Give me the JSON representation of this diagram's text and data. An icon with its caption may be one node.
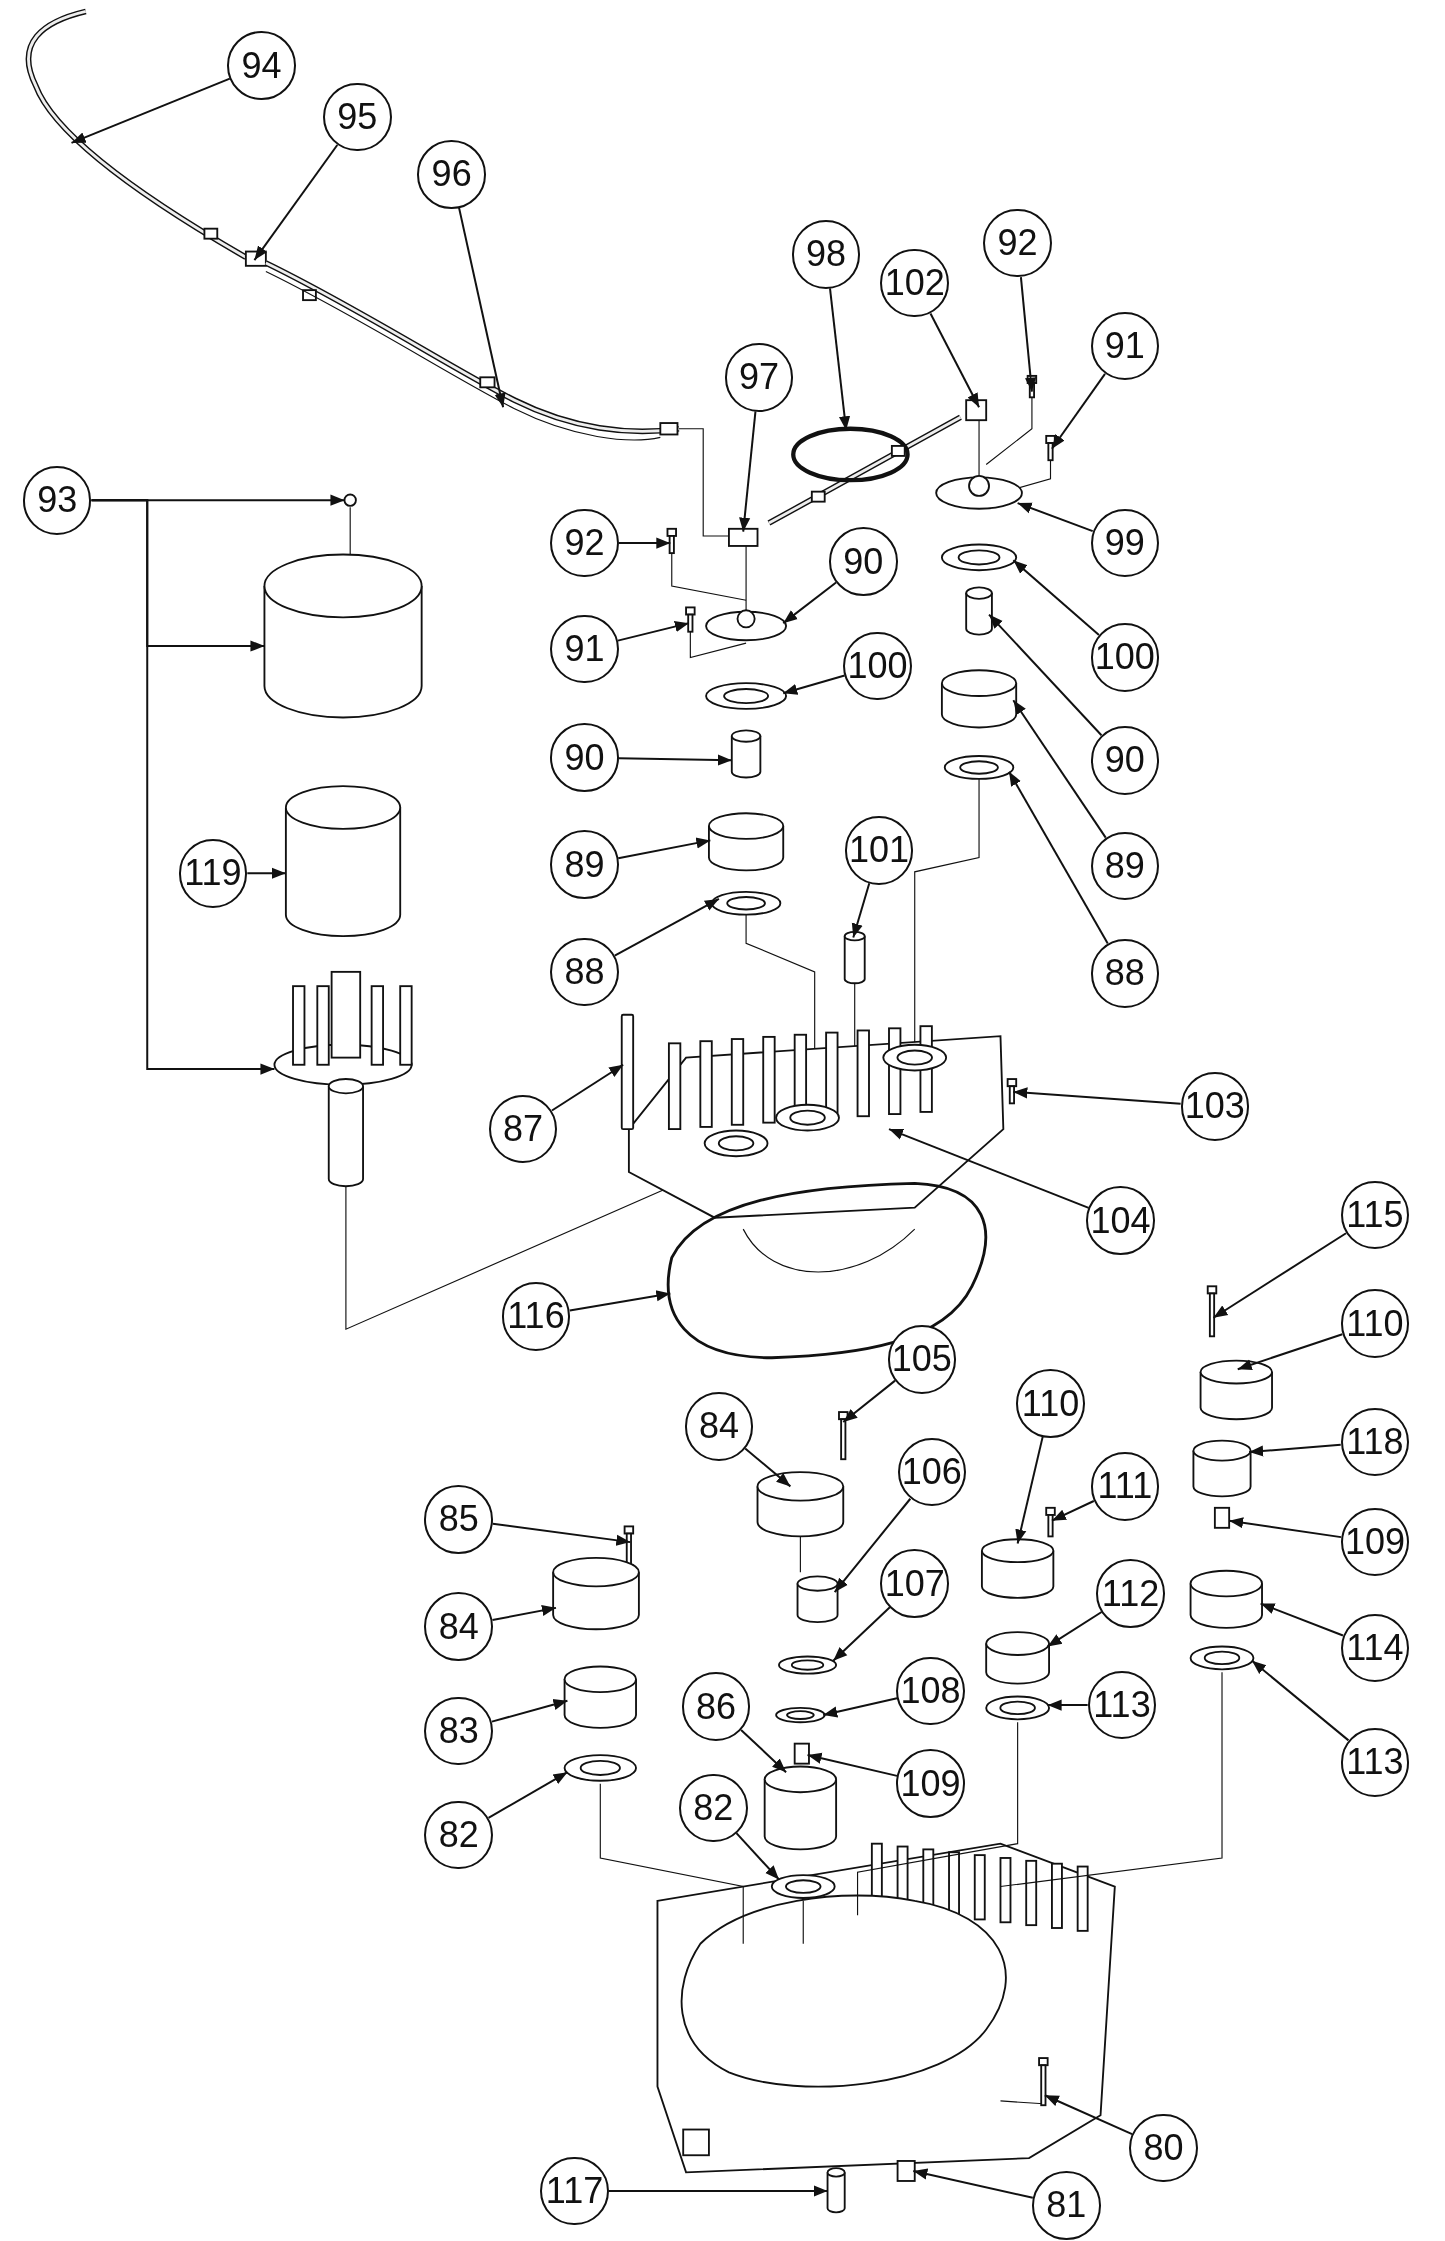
{
  "diagram": {
    "nodes": [
      {
        "text": [
          "94"
        ]
      },
      {
        "text": [
          "95"
        ]
      },
      {
        "text": [
          "96"
        ]
      },
      {
        "text": [
          "98"
        ]
      },
      {
        "text": [
          "102"
        ]
      },
      {
        "text": [
          "92"
        ]
      },
      {
        "text": [
          "91"
        ]
      },
      {
        "text": [
          "97"
        ]
      },
      {
        "text": [
          "93"
        ]
      },
      {
        "text": [
          "99"
        ]
      },
      {
        "text": [
          "92"
        ]
      },
      {
        "text": [
          "90"
        ]
      },
      {
        "text": [
          "100"
        ]
      },
      {
        "text": [
          "91"
        ]
      },
      {
        "text": [
          "100"
        ]
      },
      {
        "text": [
          "90"
        ]
      },
      {
        "text": [
          "90"
        ]
      },
      {
        "text": [
          "89"
        ]
      },
      {
        "text": [
          "89"
        ]
      },
      {
        "text": [
          "119"
        ]
      },
      {
        "text": [
          "101"
        ]
      },
      {
        "text": [
          "88"
        ]
      },
      {
        "text": [
          "88"
        ]
      },
      {
        "text": [
          "87"
        ]
      },
      {
        "text": [
          "103"
        ]
      },
      {
        "text": [
          "104"
        ]
      },
      {
        "text": [
          "115"
        ]
      },
      {
        "text": [
          "116"
        ]
      },
      {
        "text": [
          "110"
        ]
      },
      {
        "text": [
          "105"
        ]
      },
      {
        "text": [
          "84"
        ]
      },
      {
        "text": [
          "106"
        ]
      },
      {
        "text": [
          "110"
        ]
      },
      {
        "text": [
          "118"
        ]
      },
      {
        "text": [
          "111"
        ]
      },
      {
        "text": [
          "85"
        ]
      },
      {
        "text": [
          "109"
        ]
      },
      {
        "text": [
          "107"
        ]
      },
      {
        "text": [
          "84"
        ]
      },
      {
        "text": [
          "112"
        ]
      },
      {
        "text": [
          "114"
        ]
      },
      {
        "text": [
          "108"
        ]
      },
      {
        "text": [
          "113"
        ]
      },
      {
        "text": [
          "83"
        ]
      },
      {
        "text": [
          "113"
        ]
      },
      {
        "text": [
          "86"
        ]
      },
      {
        "text": [
          "109"
        ]
      },
      {
        "text": [
          "82"
        ]
      },
      {
        "text": [
          "82"
        ]
      },
      {
        "text": [
          "80"
        ]
      },
      {
        "text": [
          "117"
        ]
      },
      {
        "text": [
          "81"
        ]
      },
      {
        "text": [],
        "shape": "picture"
      },
      {
        "text": [],
        "shape": "box"
      },
      {
        "text": [],
        "shape": "picture"
      },
      {
        "text": [],
        "shape": "picture"
      },
      {
        "text": [],
        "shape": "box"
      },
      {
        "text": [],
        "shape": "picture"
      },
      {
        "text": [],
        "shape": "picture"
      },
      {
        "text": [],
        "shape": "box"
      },
      {
        "text": [],
        "shape": "circle"
      },
      {
        "text": [],
        "shape": "cylinder"
      },
      {
        "text": [],
        "shape": "picture"
      },
      {
        "text": [],
        "shape": "picture"
      },
      {
        "text": [],
        "shape": "picture"
      },
      {
        "text": [],
        "shape": "picture"
      },
      {
        "text": [],
        "shape": "picture"
      },
      {
        "text": [],
        "shape": "picture"
      },
      {
        "text": [],
        "shape": "picture"
      },
      {
        "text": [],
        "shape": "cylinder"
      },
      {
        "text": [],
        "shape": "cylinder"
      },
      {
        "text": [],
        "shape": "cylinder"
      },
      {
        "text": [],
        "shape": "cylinder"
      },
      {
        "text": [],
        "shape": "cylinder"
      },
      {
        "text": [],
        "shape": "cylinder"
      },
      {
        "text": [],
        "shape": "picture"
      },
      {
        "text": [],
        "shape": "picture"
      },
      {
        "text": [],
        "shape": "bar"
      },
      {
        "text": [],
        "shape": "picture"
      },
      {
        "text": [],
        "shape": "picture"
      },
      {
        "text": [],
        "shape": "picture"
      },
      {
        "text": [],
        "shape": "picture"
      },
      {
        "text": [],
        "shape": "cylinder"
      },
      {
        "text": [],
        "shape": "picture"
      },
      {
        "text": [],
        "shape": "cylinder"
      },
      {
        "text": [],
        "shape": "cylinder"
      },
      {
        "text": [],
        "shape": "cylinder"
      },
      {
        "text": [],
        "shape": "cylinder"
      },
      {
        "text": [],
        "shape": "picture"
      },
      {
        "text": [],
        "shape": "picture"
      },
      {
        "text": [],
        "shape": "box"
      },
      {
        "text": [],
        "shape": "picture"
      },
      {
        "text": [],
        "shape": "cylinder"
      },
      {
        "text": [],
        "shape": "cylinder"
      },
      {
        "text": [],
        "shape": "cylinder"
      },
      {
        "text": [],
        "shape": "picture"
      },
      {
        "text": [],
        "shape": "picture"
      },
      {
        "text": [],
        "shape": "cylinder"
      },
      {
        "text": [],
        "shape": "picture"
      },
      {
        "text": [],
        "shape": "cylinder"
      },
      {
        "text": [],
        "shape": "box"
      },
      {
        "text": [],
        "shape": "picture"
      },
      {
        "text": [],
        "shape": "picture"
      },
      {
        "text": [],
        "shape": "picture"
      },
      {
        "text": [],
        "shape": "cylinder"
      },
      {
        "text": [],
        "shape": "box"
      }
    ],
    "edges": [
      {
        "from": 0,
        "to": 52,
        "arrow": "to"
      },
      {
        "from": 1,
        "to": 53,
        "arrow": "to"
      },
      {
        "from": 2,
        "to": 54,
        "arrow": "to"
      },
      {
        "from": 3,
        "to": 55,
        "arrow": "to"
      },
      {
        "from": 4,
        "to": 56,
        "arrow": "to"
      },
      {
        "from": 5,
        "to": 57,
        "arrow": "to"
      },
      {
        "from": 6,
        "to": 58,
        "arrow": "to"
      },
      {
        "from": 7,
        "to": 59,
        "arrow": "to"
      },
      {
        "from": 8,
        "to": 60,
        "arrow": "to"
      },
      {
        "from": 8,
        "to": 61,
        "arrow": "to"
      },
      {
        "from": 8,
        "to": 62,
        "arrow": "to"
      },
      {
        "from": 9,
        "to": 63,
        "arrow": "to"
      },
      {
        "from": 10,
        "to": 64,
        "arrow": "to"
      },
      {
        "from": 11,
        "to": 65,
        "arrow": "to"
      },
      {
        "from": 12,
        "to": 66,
        "arrow": "to"
      },
      {
        "from": 13,
        "to": 67,
        "arrow": "to"
      },
      {
        "from": 14,
        "to": 68,
        "arrow": "to"
      },
      {
        "from": 15,
        "to": 69,
        "arrow": "to"
      },
      {
        "from": 16,
        "to": 70,
        "arrow": "to"
      },
      {
        "from": 17,
        "to": 71,
        "arrow": "to"
      },
      {
        "from": 18,
        "to": 72,
        "arrow": "to"
      },
      {
        "from": 19,
        "to": 73,
        "arrow": "to"
      },
      {
        "from": 20,
        "to": 74,
        "arrow": "to"
      },
      {
        "from": 21,
        "to": 75,
        "arrow": "to"
      },
      {
        "from": 22,
        "to": 76,
        "arrow": "to"
      },
      {
        "from": 23,
        "to": 77,
        "arrow": "to"
      },
      {
        "from": 24,
        "to": 78,
        "arrow": "to"
      },
      {
        "from": 25,
        "to": 79,
        "arrow": "to"
      },
      {
        "from": 26,
        "to": 80,
        "arrow": "to"
      },
      {
        "from": 27,
        "to": 81,
        "arrow": "to"
      },
      {
        "from": 28,
        "to": 82,
        "arrow": "to"
      },
      {
        "from": 29,
        "to": 83,
        "arrow": "to"
      },
      {
        "from": 30,
        "to": 84,
        "arrow": "to"
      },
      {
        "from": 31,
        "to": 85,
        "arrow": "to"
      },
      {
        "from": 32,
        "to": 86,
        "arrow": "to"
      },
      {
        "from": 33,
        "to": 87,
        "arrow": "to"
      },
      {
        "from": 34,
        "to": 88,
        "arrow": "to"
      },
      {
        "from": 35,
        "to": 89,
        "arrow": "to"
      },
      {
        "from": 36,
        "to": 90,
        "arrow": "to"
      },
      {
        "from": 37,
        "to": 91,
        "arrow": "to"
      },
      {
        "from": 38,
        "to": 92,
        "arrow": "to"
      },
      {
        "from": 39,
        "to": 93,
        "arrow": "to"
      },
      {
        "from": 40,
        "to": 94,
        "arrow": "to"
      },
      {
        "from": 41,
        "to": 95,
        "arrow": "to"
      },
      {
        "from": 42,
        "to": 96,
        "arrow": "to"
      },
      {
        "from": 43,
        "to": 97,
        "arrow": "to"
      },
      {
        "from": 44,
        "to": 98,
        "arrow": "to"
      },
      {
        "from": 45,
        "to": 99,
        "arrow": "to"
      },
      {
        "from": 46,
        "to": 100,
        "arrow": "to"
      },
      {
        "from": 47,
        "to": 101,
        "arrow": "to"
      },
      {
        "from": 48,
        "to": 102,
        "arrow": "to"
      },
      {
        "from": 49,
        "to": 103,
        "arrow": "to"
      },
      {
        "from": 50,
        "to": 104,
        "arrow": "to"
      },
      {
        "from": 51,
        "to": 105,
        "arrow": "to"
      }
    ]
  }
}
